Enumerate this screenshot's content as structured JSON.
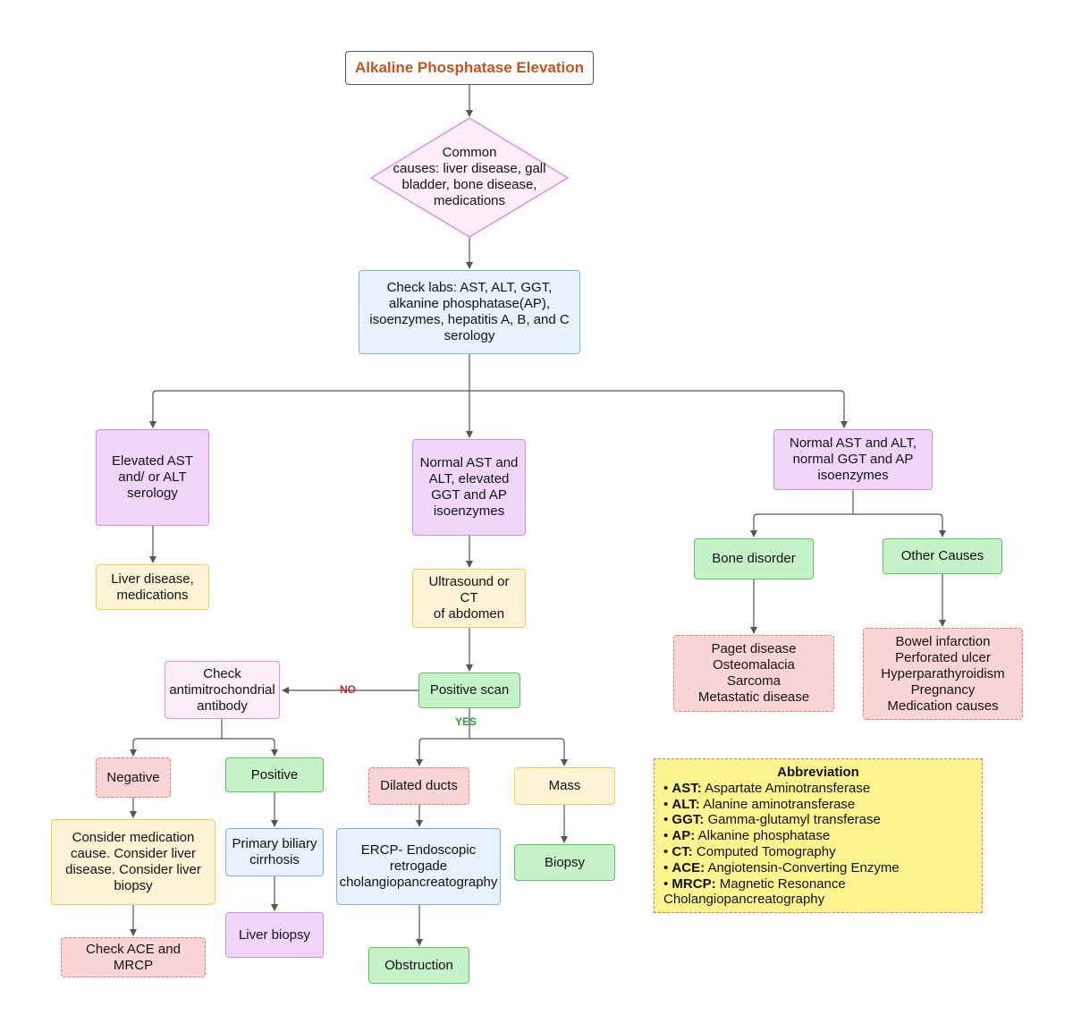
{
  "title": "Alkaline Phosphatase Elevation",
  "nodes": {
    "common_causes": "Common\ncauses: liver disease, gall\nbladder, bone disease,\nmedications",
    "check_labs": "Check labs: AST, ALT, GGT,\nalkanine phosphatase(AP),\nisoenzymes, hepatitis A, B, and C\nserology",
    "elevated_ast": "Elevated AST\nand/ or ALT\nserology",
    "normal_ast_elevated_ggt": "Normal AST and\nALT, elevated\nGGT and AP\nisoenzymes",
    "normal_all": "Normal AST and ALT,\nnormal GGT and AP\nisoenzymes",
    "liver_disease_meds": "Liver disease,\nmedications",
    "ultrasound_ct": "Ultrasound or CT\nof abdomen",
    "bone_disorder": "Bone disorder",
    "other_causes": "Other Causes",
    "bone_list": "Paget disease\nOsteomalacia\nSarcoma\nMetastatic disease",
    "other_list": "Bowel infarction\nPerforated ulcer\nHyperparathyroidism\nPregnancy\nMedication causes",
    "check_ama": "Check\nantimitrochondrial\nantibody",
    "positive_scan": "Positive scan",
    "negative": "Negative",
    "positive": "Positive",
    "dilated_ducts": "Dilated ducts",
    "mass": "Mass",
    "consider_medication": "Consider medication\ncause. Consider liver\ndisease. Consider liver\nbiopsy",
    "pbc": "Primary biliary\ncirrhosis",
    "ercp": "ERCP- Endoscopic\nretrogade\ncholangiopancreatography",
    "biopsy": "Biopsy",
    "check_ace": "Check ACE and\nMRCP",
    "liver_biopsy": "Liver biopsy",
    "obstruction": "Obstruction"
  },
  "edge_labels": {
    "no": "NO",
    "yes": "YES"
  },
  "abbreviation": {
    "title": "Abbreviation",
    "items": [
      {
        "key": "AST:",
        "value": "Aspartate Aminotransferase"
      },
      {
        "key": "ALT:",
        "value": "Alanine aminotransferase"
      },
      {
        "key": "GGT:",
        "value": "Gamma-glutamyl transferase"
      },
      {
        "key": "AP:",
        "value": "Alkanine phosphatase"
      },
      {
        "key": "CT:",
        "value": "Computed Tomography"
      },
      {
        "key": "ACE:",
        "value": "Angiotensin-Converting Enzyme"
      },
      {
        "key": "MRCP:",
        "value": "Magnetic Resonance Cholangiopancreatography"
      }
    ]
  },
  "colors": {
    "title_text": "#c0561e",
    "no_label": "#c62828",
    "yes_label": "#2e9d3a",
    "connector": "#555555"
  }
}
